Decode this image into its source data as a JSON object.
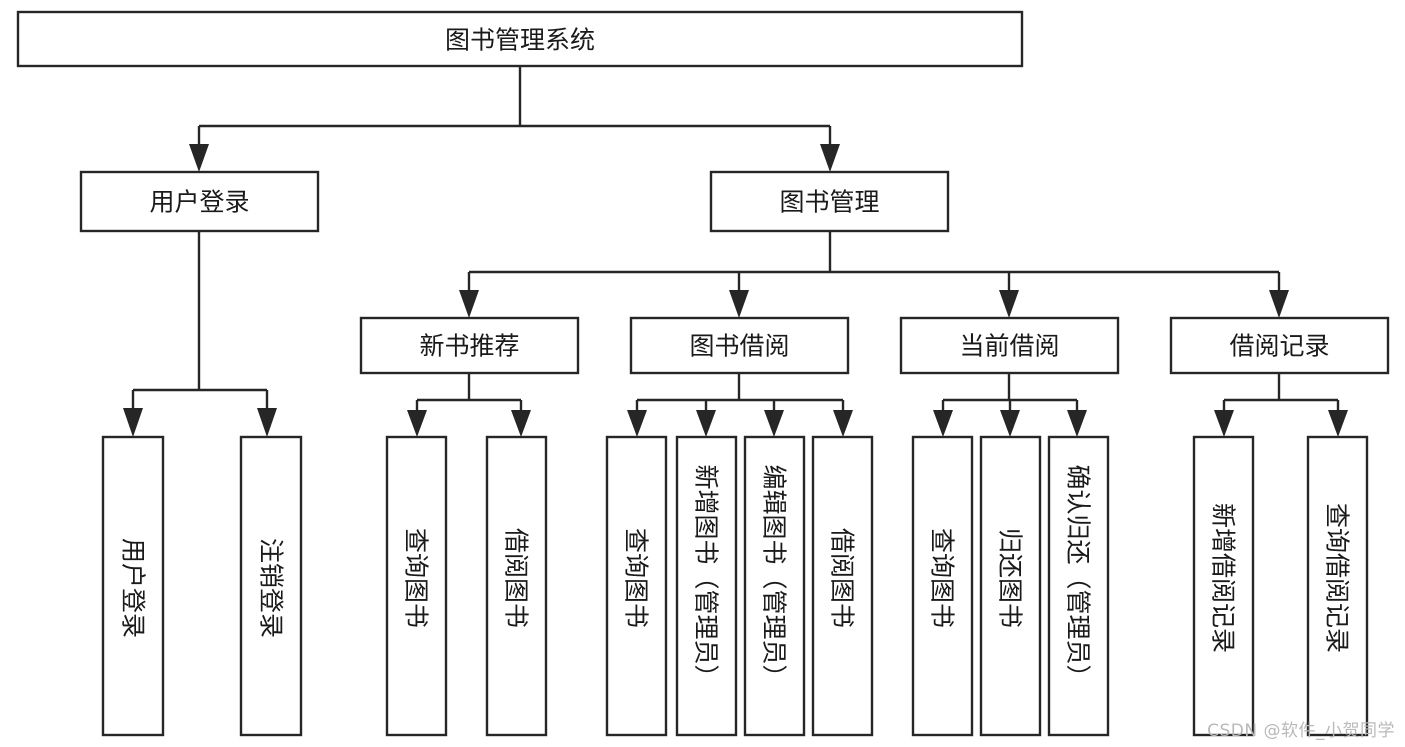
{
  "diagram": {
    "title": "图书管理系统",
    "type": "tree-hierarchy",
    "root": {
      "id": "root",
      "label": "图书管理系统"
    },
    "level2": [
      {
        "id": "user-login",
        "label": "用户登录"
      },
      {
        "id": "book-management",
        "label": "图书管理"
      }
    ],
    "level3": [
      {
        "id": "new-book-recommend",
        "label": "新书推荐",
        "parent": "book-management"
      },
      {
        "id": "book-borrow",
        "label": "图书借阅",
        "parent": "book-management"
      },
      {
        "id": "current-borrow",
        "label": "当前借阅",
        "parent": "book-management"
      },
      {
        "id": "borrow-record",
        "label": "借阅记录",
        "parent": "book-management"
      }
    ],
    "leaves": {
      "user-login": [
        {
          "id": "leaf-user-login",
          "label": "用户登录"
        },
        {
          "id": "leaf-user-logout",
          "label": "注销登录"
        }
      ],
      "new-book-recommend": [
        {
          "id": "leaf-query-book-1",
          "label": "查询图书"
        },
        {
          "id": "leaf-borrow-book-1",
          "label": "借阅图书"
        }
      ],
      "book-borrow": [
        {
          "id": "leaf-query-book-2",
          "label": "查询图书"
        },
        {
          "id": "leaf-add-book",
          "label": "新增图书（管理员）"
        },
        {
          "id": "leaf-edit-book",
          "label": "编辑图书（管理员）"
        },
        {
          "id": "leaf-borrow-book-2",
          "label": "借阅图书"
        }
      ],
      "current-borrow": [
        {
          "id": "leaf-query-book-3",
          "label": "查询图书"
        },
        {
          "id": "leaf-return-book",
          "label": "归还图书"
        },
        {
          "id": "leaf-confirm-return",
          "label": "确认归还（管理员）"
        }
      ],
      "borrow-record": [
        {
          "id": "leaf-add-record",
          "label": "新增借阅记录"
        },
        {
          "id": "leaf-query-record",
          "label": "查询借阅记录"
        }
      ]
    },
    "colors": {
      "box_fill": "#ffffff",
      "box_stroke": "#262626",
      "text": "#1a1a1a",
      "background": "#ffffff",
      "watermark": "#b9b9b9"
    }
  },
  "watermark": {
    "text": "CSDN @软件_小贺同学"
  }
}
